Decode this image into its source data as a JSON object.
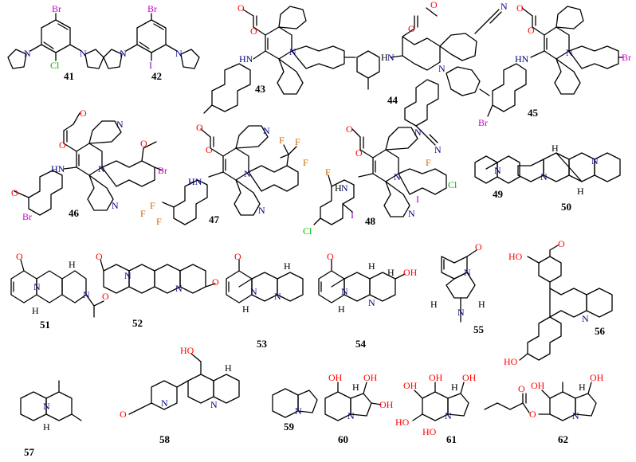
{
  "compounds": [
    {
      "id": "41",
      "atoms": [
        "Br",
        "N",
        "N",
        "Cl"
      ]
    },
    {
      "id": "42",
      "atoms": [
        "Br",
        "N",
        "N",
        "I"
      ]
    },
    {
      "id": "43",
      "atoms": [
        "O",
        "O",
        "HN",
        "N"
      ]
    },
    {
      "id": "44",
      "atoms": [
        "O",
        "O",
        "H",
        "N",
        "N",
        "N",
        "N"
      ]
    },
    {
      "id": "45",
      "atoms": [
        "O",
        "O",
        "HN",
        "N",
        "Br",
        "Br"
      ]
    },
    {
      "id": "46",
      "atoms": [
        "O",
        "O",
        "HN",
        "N",
        "N",
        "N",
        "O",
        "O",
        "Br",
        "Br"
      ]
    },
    {
      "id": "47",
      "atoms": [
        "O",
        "O",
        "HN",
        "N",
        "N",
        "N",
        "F",
        "F",
        "F",
        "F",
        "F",
        "F"
      ]
    },
    {
      "id": "48",
      "atoms": [
        "O",
        "O",
        "H",
        "N",
        "N",
        "N",
        "N",
        "F",
        "F",
        "I",
        "I",
        "Cl",
        "Cl"
      ]
    },
    {
      "id": "49",
      "atoms": [
        "N"
      ]
    },
    {
      "id": "50",
      "atoms": [
        "H",
        "H",
        "N",
        "N"
      ]
    },
    {
      "id": "51",
      "atoms": [
        "O",
        "H",
        "H",
        "N",
        "N",
        "O"
      ]
    },
    {
      "id": "52",
      "atoms": [
        "O",
        "N",
        "N",
        "O"
      ]
    },
    {
      "id": "53",
      "atoms": [
        "O",
        "H",
        "H",
        "N",
        "N"
      ]
    },
    {
      "id": "54",
      "atoms": [
        "O",
        "H",
        "H",
        "H",
        "N",
        "N",
        "OH"
      ]
    },
    {
      "id": "55",
      "atoms": [
        "O",
        "N",
        "H",
        "H",
        "N"
      ]
    },
    {
      "id": "56",
      "atoms": [
        "HO",
        "O",
        "HO",
        "N"
      ]
    },
    {
      "id": "57",
      "atoms": [
        "N",
        "H"
      ]
    },
    {
      "id": "58",
      "atoms": [
        "HO",
        "H",
        "N",
        "N",
        "O"
      ]
    },
    {
      "id": "59",
      "atoms": [
        "N"
      ]
    },
    {
      "id": "60",
      "atoms": [
        "OH",
        "H",
        "OH",
        "OH",
        "N"
      ]
    },
    {
      "id": "61",
      "atoms": [
        "OH",
        "OH",
        "HO",
        "HO",
        "H",
        "OH",
        "N"
      ]
    },
    {
      "id": "62",
      "atoms": [
        "OH",
        "OH",
        "H",
        "O",
        "O",
        "N"
      ]
    }
  ],
  "colors": {
    "Br": "#cc00cc",
    "Cl": "#00bb00",
    "I": "#9900cc",
    "F": "#cc6600",
    "N": "#000080",
    "O": "#ff0000",
    "H": "#000000",
    "ink": "#000000"
  }
}
